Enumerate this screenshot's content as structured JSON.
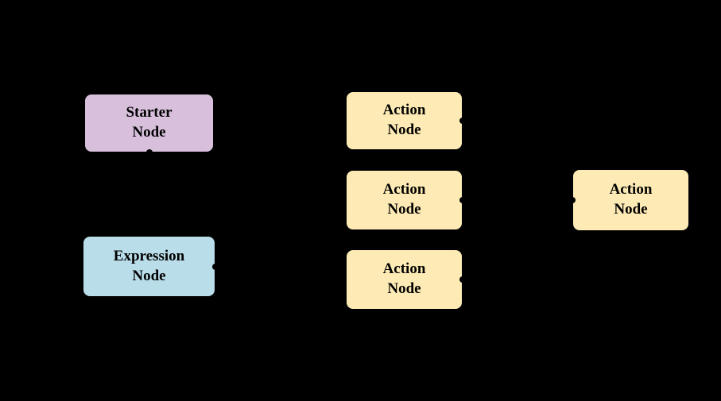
{
  "diagram": {
    "background": "#000000",
    "text_color": "#000000",
    "nodes": {
      "starter": {
        "label": "Starter\nNode",
        "fill": "#d8c0dc",
        "stroke": "#000000"
      },
      "action1": {
        "label": "Action\nNode",
        "fill": "#fdeab4",
        "stroke": "#000000"
      },
      "action2": {
        "label": "Action\nNode",
        "fill": "#fdeab4",
        "stroke": "#000000"
      },
      "action3": {
        "label": "Action\nNode",
        "fill": "#fdeab4",
        "stroke": "#000000"
      },
      "action4": {
        "label": "Action\nNode",
        "fill": "#fdeab4",
        "stroke": "#000000"
      },
      "expression": {
        "label": "Expression\nNode",
        "fill": "#b9dde9",
        "stroke": "#000000"
      }
    }
  }
}
